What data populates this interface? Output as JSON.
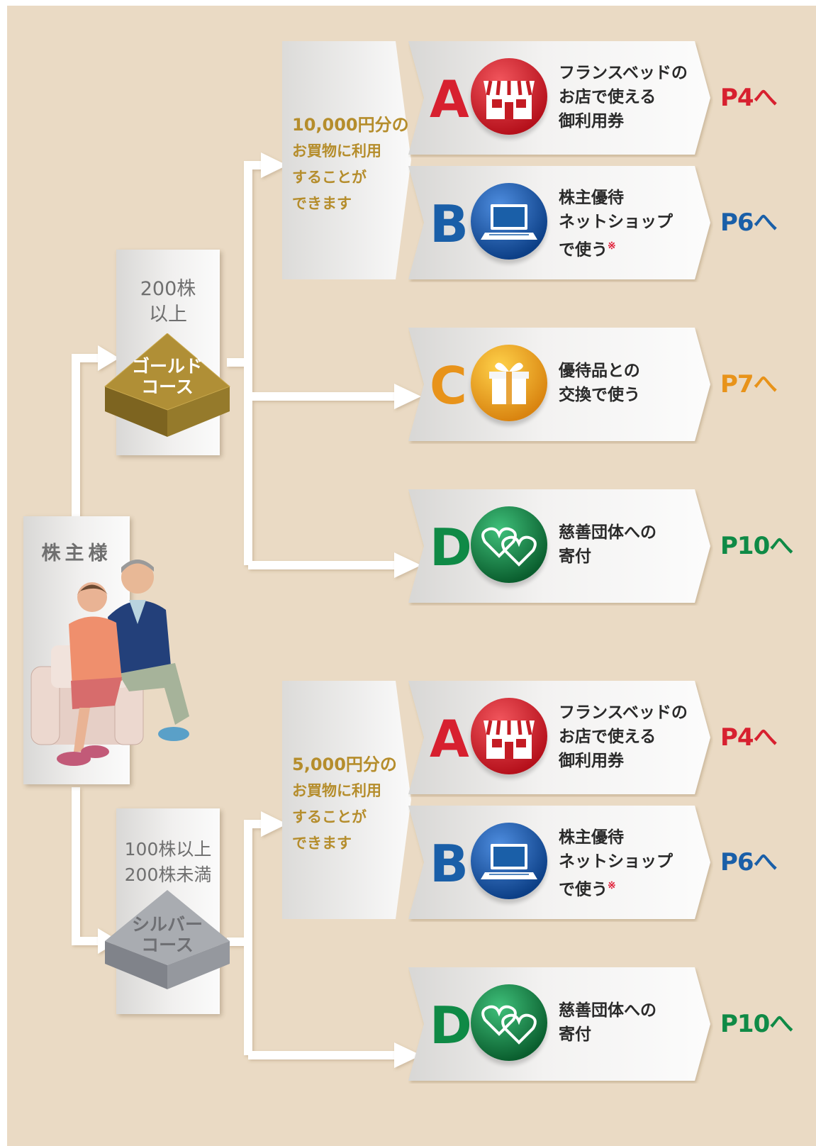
{
  "shareholder": {
    "label": "株主様"
  },
  "gold": {
    "threshold": "200株\n以上",
    "badge": "ゴールド\nコース",
    "badge_color": "#a48a35",
    "amount_line1": "10,000円分の",
    "amount_rest": [
      "お買物に利用",
      "することが",
      "できます"
    ]
  },
  "silver": {
    "threshold": "100株以上\n200株未満",
    "badge": "シルバー\nコース",
    "badge_color": "#a9acb1",
    "amount_line1": "5,000円分の",
    "amount_rest": [
      "お買物に利用",
      "することが",
      "できます"
    ]
  },
  "options": {
    "A": {
      "letter": "A",
      "text": "フランスベッドの\nお店で使える\n御利用券",
      "page": "P4へ",
      "color": "#d7202f",
      "icon": "store-icon"
    },
    "B": {
      "letter": "B",
      "text": "株主優待\nネットショップ\nで使う",
      "note_mark": "※",
      "page": "P6へ",
      "color": "#1a5fa8",
      "icon": "laptop-icon"
    },
    "C": {
      "letter": "C",
      "text": "優待品との\n交換で使う",
      "page": "P7へ",
      "color": "#e8931a",
      "icon": "gift-icon"
    },
    "D": {
      "letter": "D",
      "text": "慈善団体への\n寄付",
      "page": "P10へ",
      "color": "#0f8a46",
      "icon": "hearts-icon"
    }
  }
}
